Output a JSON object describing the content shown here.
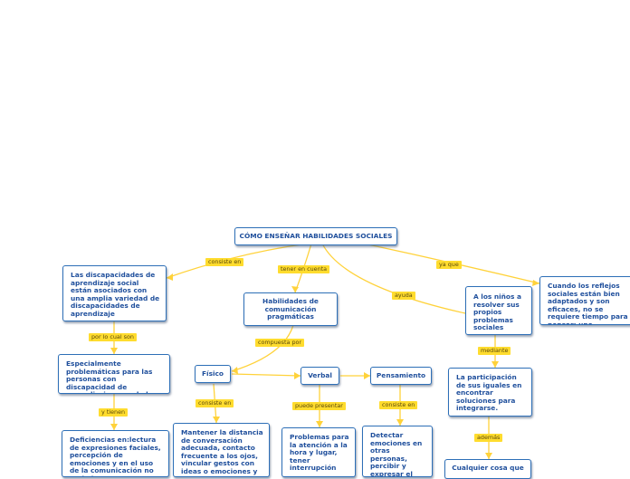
{
  "colors": {
    "node_border": "#2d6fb7",
    "node_text": "#1f4f9c",
    "connector": "#ffd23a",
    "label_bg": "#ffdc2e"
  },
  "nodes": {
    "root": "CÓMO ENSEÑAR HABILIDADES SOCIALES",
    "discapacidades": "Las discapacidades de aprendizaje social están asociados con una amplia variedad de discapacidades de aprendizaje",
    "pragmaticas": "Habilidades de comunicación pragmáticas",
    "ninos": "A los niños a resolver sus propios problemas sociales",
    "reflejos": "Cuando los reflejos sociales están bien adaptados y son eficaces, no se requiere tiempo para pensar; uno simplemente se hace y dice lo que es natural.",
    "especialmente": "Especialmente problemáticas para las personas con discapacidad de aprendizaje no verbal",
    "deficiencias": "Deficiencias en:lectura de expresiones faciales, percepción de emociones y en el uso de la comunicación no verbal",
    "fisico": "Físico",
    "verbal": "Verbal",
    "pensamiento": "Pensamiento",
    "mantener": "Mantener la distancia de conversación adecuada, contacto frecuente a los ojos, vincular gestos con ideas o emociones y el",
    "problemas": "Problemas para la atención a la hora y lugar, tener interrupción",
    "detectar": "Detectar emociones en otras personas, percibir y expresar el",
    "participacion": "La participación de sus iguales en encontrar soluciones para integrarse.",
    "cualquier": "Cualquier cosa que"
  },
  "labels": {
    "consiste_en_1": "consiste en",
    "tener_en_cuenta": "tener en cuenta",
    "ya_que": "ya que",
    "ayuda": "ayuda",
    "compuesta_por": "compuesta por",
    "por_lo_cual_son": "por lo cual son",
    "y_tienen": "y tienen",
    "consiste_en_2": "consiste en",
    "puede_presentar": "puede presentar",
    "consiste_en_3": "consiste en",
    "mediante": "mediante",
    "ademas": "además"
  }
}
